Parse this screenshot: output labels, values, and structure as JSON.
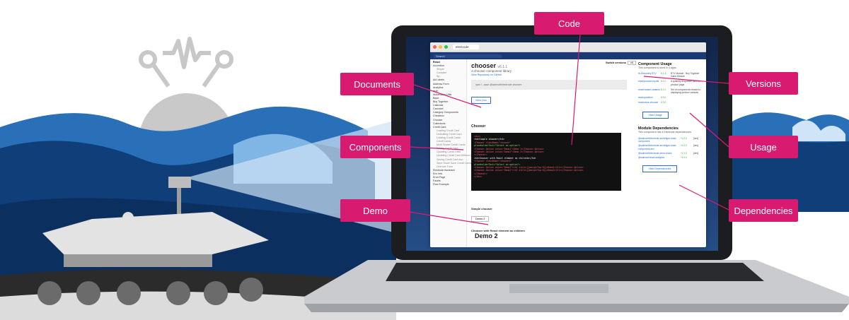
{
  "callouts": {
    "code": "Code",
    "documents": "Documents",
    "versions": "Versions",
    "components": "Components",
    "usage": "Usage",
    "demo": "Demo",
    "dependencies": "Dependencies"
  },
  "browser": {
    "tab_title": "electrode",
    "search_placeholder": "Search"
  },
  "sidebar": {
    "items": [
      {
        "label": "React",
        "kind": "sec"
      },
      {
        "label": "Accordion",
        "kind": "item"
      },
      {
        "label": "Simple",
        "kind": "sub"
      },
      {
        "label": "Complex",
        "kind": "sub"
      },
      {
        "label": "Sp...",
        "kind": "sub"
      },
      {
        "label": "Ad Labels",
        "kind": "item"
      },
      {
        "label": "Address Form",
        "kind": "item"
      },
      {
        "label": "Analytics",
        "kind": "item"
      },
      {
        "label": "Auth",
        "kind": "item"
      },
      {
        "label": "Automation Utils",
        "kind": "item"
      },
      {
        "label": "Base",
        "kind": "item"
      },
      {
        "label": "Buy Together",
        "kind": "item"
      },
      {
        "label": "Calendar",
        "kind": "item"
      },
      {
        "label": "Carousel",
        "kind": "item"
      },
      {
        "label": "Category Components",
        "kind": "item"
      },
      {
        "label": "Checkbox",
        "kind": "item"
      },
      {
        "label": "Chooser",
        "kind": "item"
      },
      {
        "label": "Collections",
        "kind": "item"
      },
      {
        "label": "Credit Card",
        "kind": "item"
      },
      {
        "label": "Loading Credit Card",
        "kind": "sub"
      },
      {
        "label": "Defaulting Credit Card",
        "kind": "sub"
      },
      {
        "label": "Loading Credit Cards",
        "kind": "sub"
      },
      {
        "label": "Credit Cards",
        "kind": "sub"
      },
      {
        "label": "Multi Tender Credit Cards",
        "kind": "sub"
      },
      {
        "label": "Saving Credit Card",
        "kind": "sub"
      },
      {
        "label": "Updating Credit Card",
        "kind": "sub"
      },
      {
        "label": "Updating Credit Card Without Adding",
        "kind": "sub"
      },
      {
        "label": "Saving Credit Card Ano",
        "kind": "sub"
      },
      {
        "label": "Save Share Save Credit Cards",
        "kind": "sub"
      },
      {
        "label": "Override Form",
        "kind": "sub"
      },
      {
        "label": "",
        "kind": "item"
      },
      {
        "label": "Electrode Assistant",
        "kind": "item"
      },
      {
        "label": "Env Info",
        "kind": "item"
      },
      {
        "label": "Error Page",
        "kind": "item"
      },
      {
        "label": "Facets",
        "kind": "item"
      },
      {
        "label": "Flow Example",
        "kind": "item"
      }
    ]
  },
  "main": {
    "title": "chooser",
    "version": "v6.1.1",
    "description": "A chooser component library",
    "repo_link": "View Repository on GitHub",
    "npm_install": "npm i --save @walmart/electrode-chooser",
    "view_doc": "View Doc",
    "section": "Chooser",
    "switch_label": "Switch versions",
    "switch_value": "v6",
    "code_lines": [
      {
        "t": "<div>",
        "c": "c-red"
      },
      {
        "t": "  <h4>Simple chooser</h4>",
        "c": "c-wht"
      },
      {
        "t": "  <Chooser className=\"chooser\"",
        "c": "c-red"
      },
      {
        "t": "    placeholderText=\"Select an option\">",
        "c": "c-grn"
      },
      {
        "t": "    <Chooser.Option value=\"Demo1\">Demo 1</Chooser.Option>",
        "c": "c-red"
      },
      {
        "t": "    <Chooser.Option value=\"Demo2\">Demo 2</Chooser.Option>",
        "c": "c-red"
      },
      {
        "t": "  </Chooser>",
        "c": "c-red"
      },
      {
        "t": "  <h4>Chooser with React element as children</h4>",
        "c": "c-wht"
      },
      {
        "t": "  <Chooser className=\"chooser2\"",
        "c": "c-red"
      },
      {
        "t": "    placeholderText=\"Select an option\">",
        "c": "c-grn"
      },
      {
        "t": "    <Chooser.Option value=\"Demo1\"><h1 style={{marginTop:0}}>Demo1</h1></Chooser.Option>",
        "c": "c-red"
      },
      {
        "t": "    <Chooser.Option value=\"Demo2\"><h1 style={{marginTop:0}}>Demo2</h1></Chooser.Option>",
        "c": "c-red"
      },
      {
        "t": "  </Chooser>",
        "c": "c-red"
      },
      {
        "t": "</div>",
        "c": "c-red"
      }
    ],
    "demo_simple_label": "Simple chooser",
    "demo_simple_value": "Demo 2",
    "demo_children_label": "Chooser with React element as children",
    "demo_children_value": "Demo 2"
  },
  "right": {
    "usage_title": "Component Usage",
    "usage_sub": "This component is used in 4 apps.",
    "usage_rows": [
      {
        "name": "th-Discovery BTV",
        "ver": "6.1.3",
        "desc": "BTV Module - Buy Together Value Module"
      },
      {
        "name": "react/product-inputs",
        "ver": "6.1.0",
        "desc": "A quantity dropdown used in product page."
      },
      {
        "name": "react/variant-variants",
        "ver": "6.1.0",
        "desc": "Set of components related to displaying product variants"
      },
      {
        "name": "react/question",
        "ver": "6.0.0",
        "desc": ""
      },
      {
        "name": "react/store-chooser",
        "ver": "6.0.0",
        "desc": ""
      }
    ],
    "hide_usage": "Hide Usage",
    "dep_title": "Module Dependencies",
    "dep_sub": "This component has 4 Electrode dependencies.",
    "dep_rows": [
      {
        "name": "@walmart/electrode-archetype-react-component",
        "ver": "^1.0.0",
        "type": "[dev]"
      },
      {
        "name": "@walmart/electrode-archetype-react-component-dev",
        "ver": "^1.0.0",
        "type": "[dev]"
      },
      {
        "name": "@walmart/electrode-demo-index",
        "ver": "^1.1.0",
        "type": "[dev]"
      },
      {
        "name": "@walmart/react-analytics",
        "ver": "^1.0.0",
        "type": ""
      }
    ],
    "hide_deps": "Hide Dependencies"
  },
  "colors": {
    "accent": "#d81b71",
    "wave_dark": "#0f3e79",
    "wave_mid": "#1f6bb4",
    "wave_light": "#5ea6e0"
  }
}
